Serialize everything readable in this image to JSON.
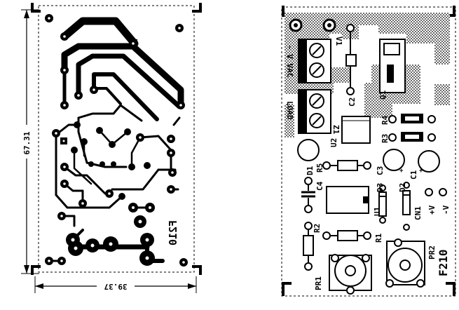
{
  "pcb_copper": {
    "board_code": "F210",
    "dim_height": "67.31",
    "dim_width": "39.37"
  },
  "silkscreen": {
    "board_code": "F210",
    "labels": {
      "ac_input": "~ V VAC",
      "load": "LOAD",
      "v1": "V1",
      "q1": "Q1",
      "c2": "C2",
      "r4": "R4",
      "r3": "R3",
      "z1": "Z1",
      "u2": "U2",
      "d1": "D1",
      "r5": "R5",
      "c3": "C3",
      "c4": "C4",
      "c1": "C1",
      "d3": "D3",
      "d2": "D2",
      "u1": "U1",
      "cn1": "CN1",
      "plus_v": "+V",
      "minus_v": "-V",
      "r2": "R2",
      "r1": "R1",
      "pr1": "PR1",
      "pr2": "PR2",
      "polarity_plus": "+"
    }
  },
  "colors": {
    "ink": "#000000",
    "paper": "#ffffff"
  }
}
